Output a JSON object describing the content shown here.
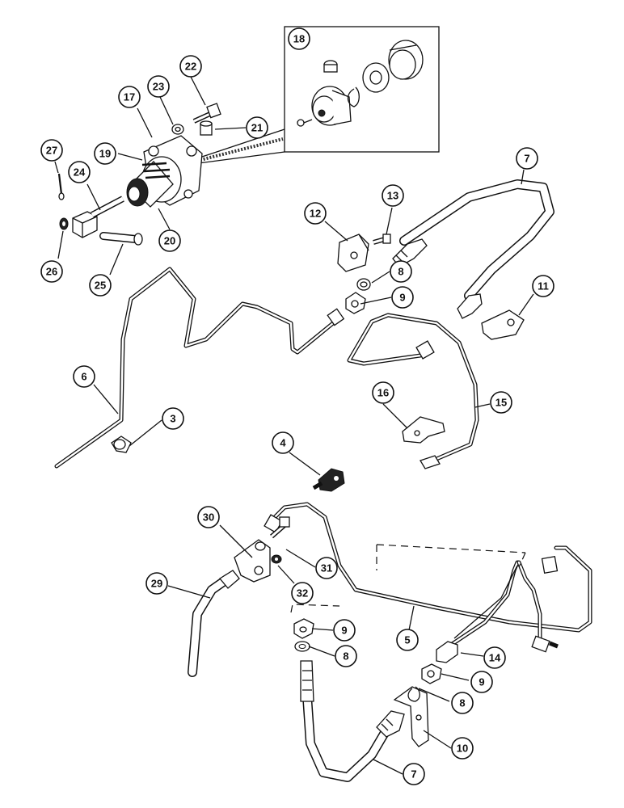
{
  "callouts": [
    {
      "label": "18"
    },
    {
      "label": "22"
    },
    {
      "label": "23"
    },
    {
      "label": "17"
    },
    {
      "label": "21"
    },
    {
      "label": "27"
    },
    {
      "label": "19"
    },
    {
      "label": "24"
    },
    {
      "label": "7"
    },
    {
      "label": "13"
    },
    {
      "label": "12"
    },
    {
      "label": "26"
    },
    {
      "label": "25"
    },
    {
      "label": "20"
    },
    {
      "label": "8"
    },
    {
      "label": "9"
    },
    {
      "label": "11"
    },
    {
      "label": "6"
    },
    {
      "label": "16"
    },
    {
      "label": "15"
    },
    {
      "label": "3"
    },
    {
      "label": "4"
    },
    {
      "label": "30"
    },
    {
      "label": "31"
    },
    {
      "label": "29"
    },
    {
      "label": "32"
    },
    {
      "label": "5"
    },
    {
      "label": "9"
    },
    {
      "label": "14"
    },
    {
      "label": "8"
    },
    {
      "label": "9"
    },
    {
      "label": "8"
    },
    {
      "label": "10"
    },
    {
      "label": "7"
    }
  ]
}
